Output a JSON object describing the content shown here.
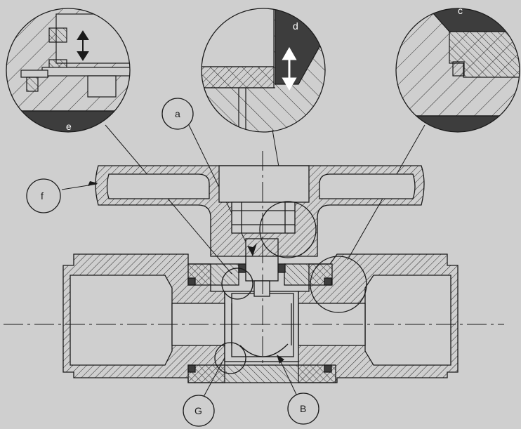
{
  "labels": {
    "a": "a",
    "b": "B",
    "c": "c",
    "d": "d",
    "e": "e",
    "f": "f",
    "g": "G"
  },
  "colors": {
    "background": "#cfcfcf",
    "line": "#1a1a1a",
    "dark_fill": "#3d3d3d",
    "hatch": "#2a2a2a",
    "arrow": "#ffffff"
  }
}
